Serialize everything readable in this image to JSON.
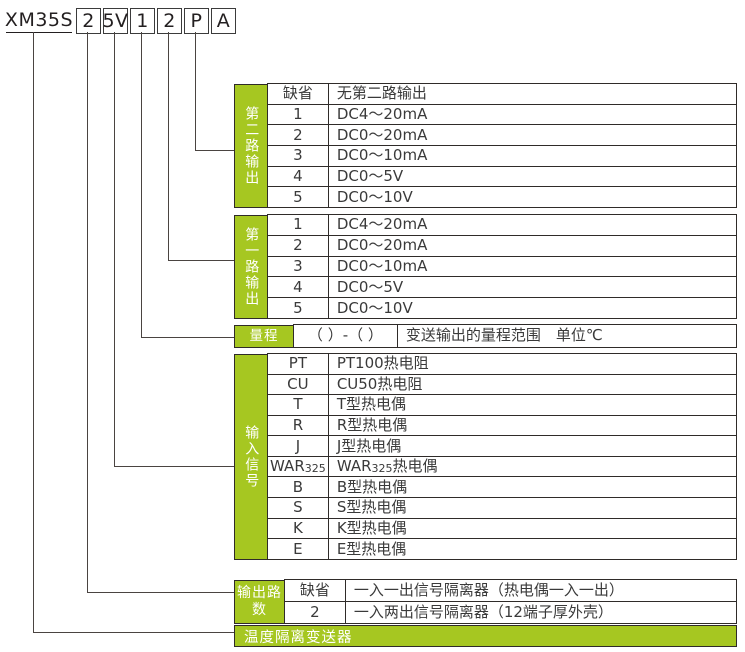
{
  "model": {
    "segments": [
      {
        "text": "XM35S",
        "style": "underlined"
      },
      {
        "text": "2",
        "style": "boxed"
      },
      {
        "text": "5V",
        "style": "boxed"
      },
      {
        "text": "1",
        "style": "boxed"
      },
      {
        "text": "2",
        "style": "boxed"
      },
      {
        "text": "P",
        "style": "boxed"
      },
      {
        "text": "A",
        "style": "boxed"
      }
    ]
  },
  "colors": {
    "label_green": "#a6c721",
    "line": "#4a4441",
    "border": "#2f2b29",
    "text": "#3a3a3a"
  },
  "blocks": [
    {
      "label": "第二路输出",
      "rows": [
        {
          "code": "缺省",
          "desc": "无第二路输出"
        },
        {
          "code": "1",
          "desc": "DC4～20mA"
        },
        {
          "code": "2",
          "desc": "DC0～20mA"
        },
        {
          "code": "3",
          "desc": "DC0～10mA"
        },
        {
          "code": "4",
          "desc": "DC0～5V"
        },
        {
          "code": "5",
          "desc": "DC0～10V"
        }
      ]
    },
    {
      "label": "第一路输出",
      "rows": [
        {
          "code": "1",
          "desc": "DC4～20mA"
        },
        {
          "code": "2",
          "desc": "DC0～20mA"
        },
        {
          "code": "3",
          "desc": "DC0～10mA"
        },
        {
          "code": "4",
          "desc": "DC0～5V"
        },
        {
          "code": "5",
          "desc": "DC0～10V"
        }
      ]
    },
    {
      "label": "量程",
      "rows": [
        {
          "code": "（ ）-（ ）",
          "desc": "变送输出的量程范围　单位℃"
        }
      ]
    },
    {
      "label": "输入信号",
      "rows": [
        {
          "code": "PT",
          "desc": "PT100热电阻"
        },
        {
          "code": "CU",
          "desc": "CU50热电阻"
        },
        {
          "code": "T",
          "desc": "T型热电偶"
        },
        {
          "code": "R",
          "desc": "R型热电偶"
        },
        {
          "code": "J",
          "desc": "J型热电偶"
        },
        {
          "code": "WAR325",
          "desc": "WAR325热电偶",
          "code_sub": "325",
          "code_main": "WAR",
          "desc_main": "WAR",
          "desc_sub": "325",
          "desc_tail": "热电偶"
        },
        {
          "code": "B",
          "desc": "B型热电偶"
        },
        {
          "code": "S",
          "desc": "S型热电偶"
        },
        {
          "code": "K",
          "desc": "K型热电偶"
        },
        {
          "code": "E",
          "desc": "E型热电偶"
        }
      ]
    },
    {
      "label": "输出路数",
      "rows": [
        {
          "code": "缺省",
          "desc": "一入一出信号隔离器（热电偶一入一出）"
        },
        {
          "code": "2",
          "desc": "一入两出信号隔离器（12端子厚外壳）"
        }
      ]
    }
  ],
  "bottom_bar": {
    "text": "温度隔离变送器"
  }
}
